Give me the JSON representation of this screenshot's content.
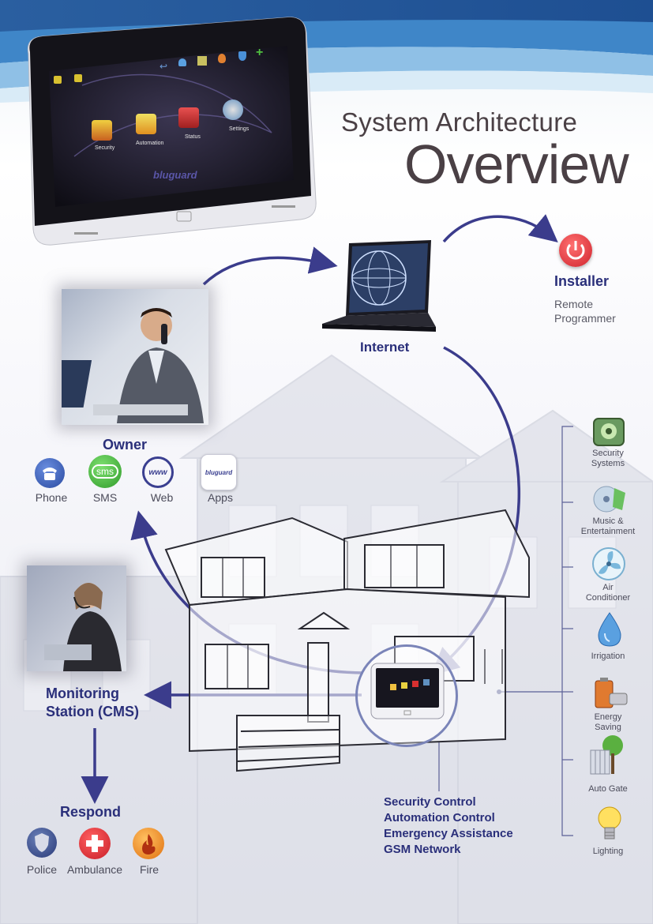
{
  "title": {
    "line1": "System Architecture",
    "line2": "Overview"
  },
  "tablet": {
    "apps": [
      "Security",
      "Automation",
      "Status",
      "Settings"
    ],
    "brand": "bluguard"
  },
  "internet": {
    "label": "Internet"
  },
  "installer": {
    "title": "Installer",
    "subtitle_line1": "Remote",
    "subtitle_line2": "Programmer",
    "power_color": "#e0303a"
  },
  "owner": {
    "title": "Owner",
    "channels": [
      {
        "label": "Phone",
        "icon": "phone-icon"
      },
      {
        "label": "SMS",
        "icon": "sms-icon",
        "icon_text": "sms"
      },
      {
        "label": "Web",
        "icon": "web-icon",
        "icon_text": "www"
      },
      {
        "label": "Apps",
        "icon": "apps-icon",
        "icon_text": "bluguard"
      }
    ]
  },
  "monitoring": {
    "line1": "Monitoring",
    "line2": "Station (CMS)"
  },
  "respond": {
    "title": "Respond",
    "items": [
      {
        "label": "Police",
        "icon": "police-badge-icon"
      },
      {
        "label": "Ambulance",
        "icon": "ambulance-cross-icon"
      },
      {
        "label": "Fire",
        "icon": "fire-icon"
      }
    ]
  },
  "controls": [
    "Security Control",
    "Automation Control",
    "Emergency Assistance",
    "GSM Network"
  ],
  "devices": [
    {
      "line1": "Security",
      "line2": "Systems",
      "icon": "security-systems-icon"
    },
    {
      "line1": "Music &",
      "line2": "Entertainment",
      "icon": "music-icon"
    },
    {
      "line1": "Air",
      "line2": "Conditioner",
      "icon": "fan-icon"
    },
    {
      "line1": "Irrigation",
      "line2": "",
      "icon": "water-drop-icon"
    },
    {
      "line1": "Energy",
      "line2": "Saving",
      "icon": "battery-icon"
    },
    {
      "line1": "Auto Gate",
      "line2": "",
      "icon": "gate-icon"
    },
    {
      "line1": "Lighting",
      "line2": "",
      "icon": "light-bulb-icon"
    }
  ],
  "colors": {
    "arrow": "#3b3c8c",
    "text_blue": "#2a2f7a",
    "band_blue": "#1f5fa8"
  }
}
